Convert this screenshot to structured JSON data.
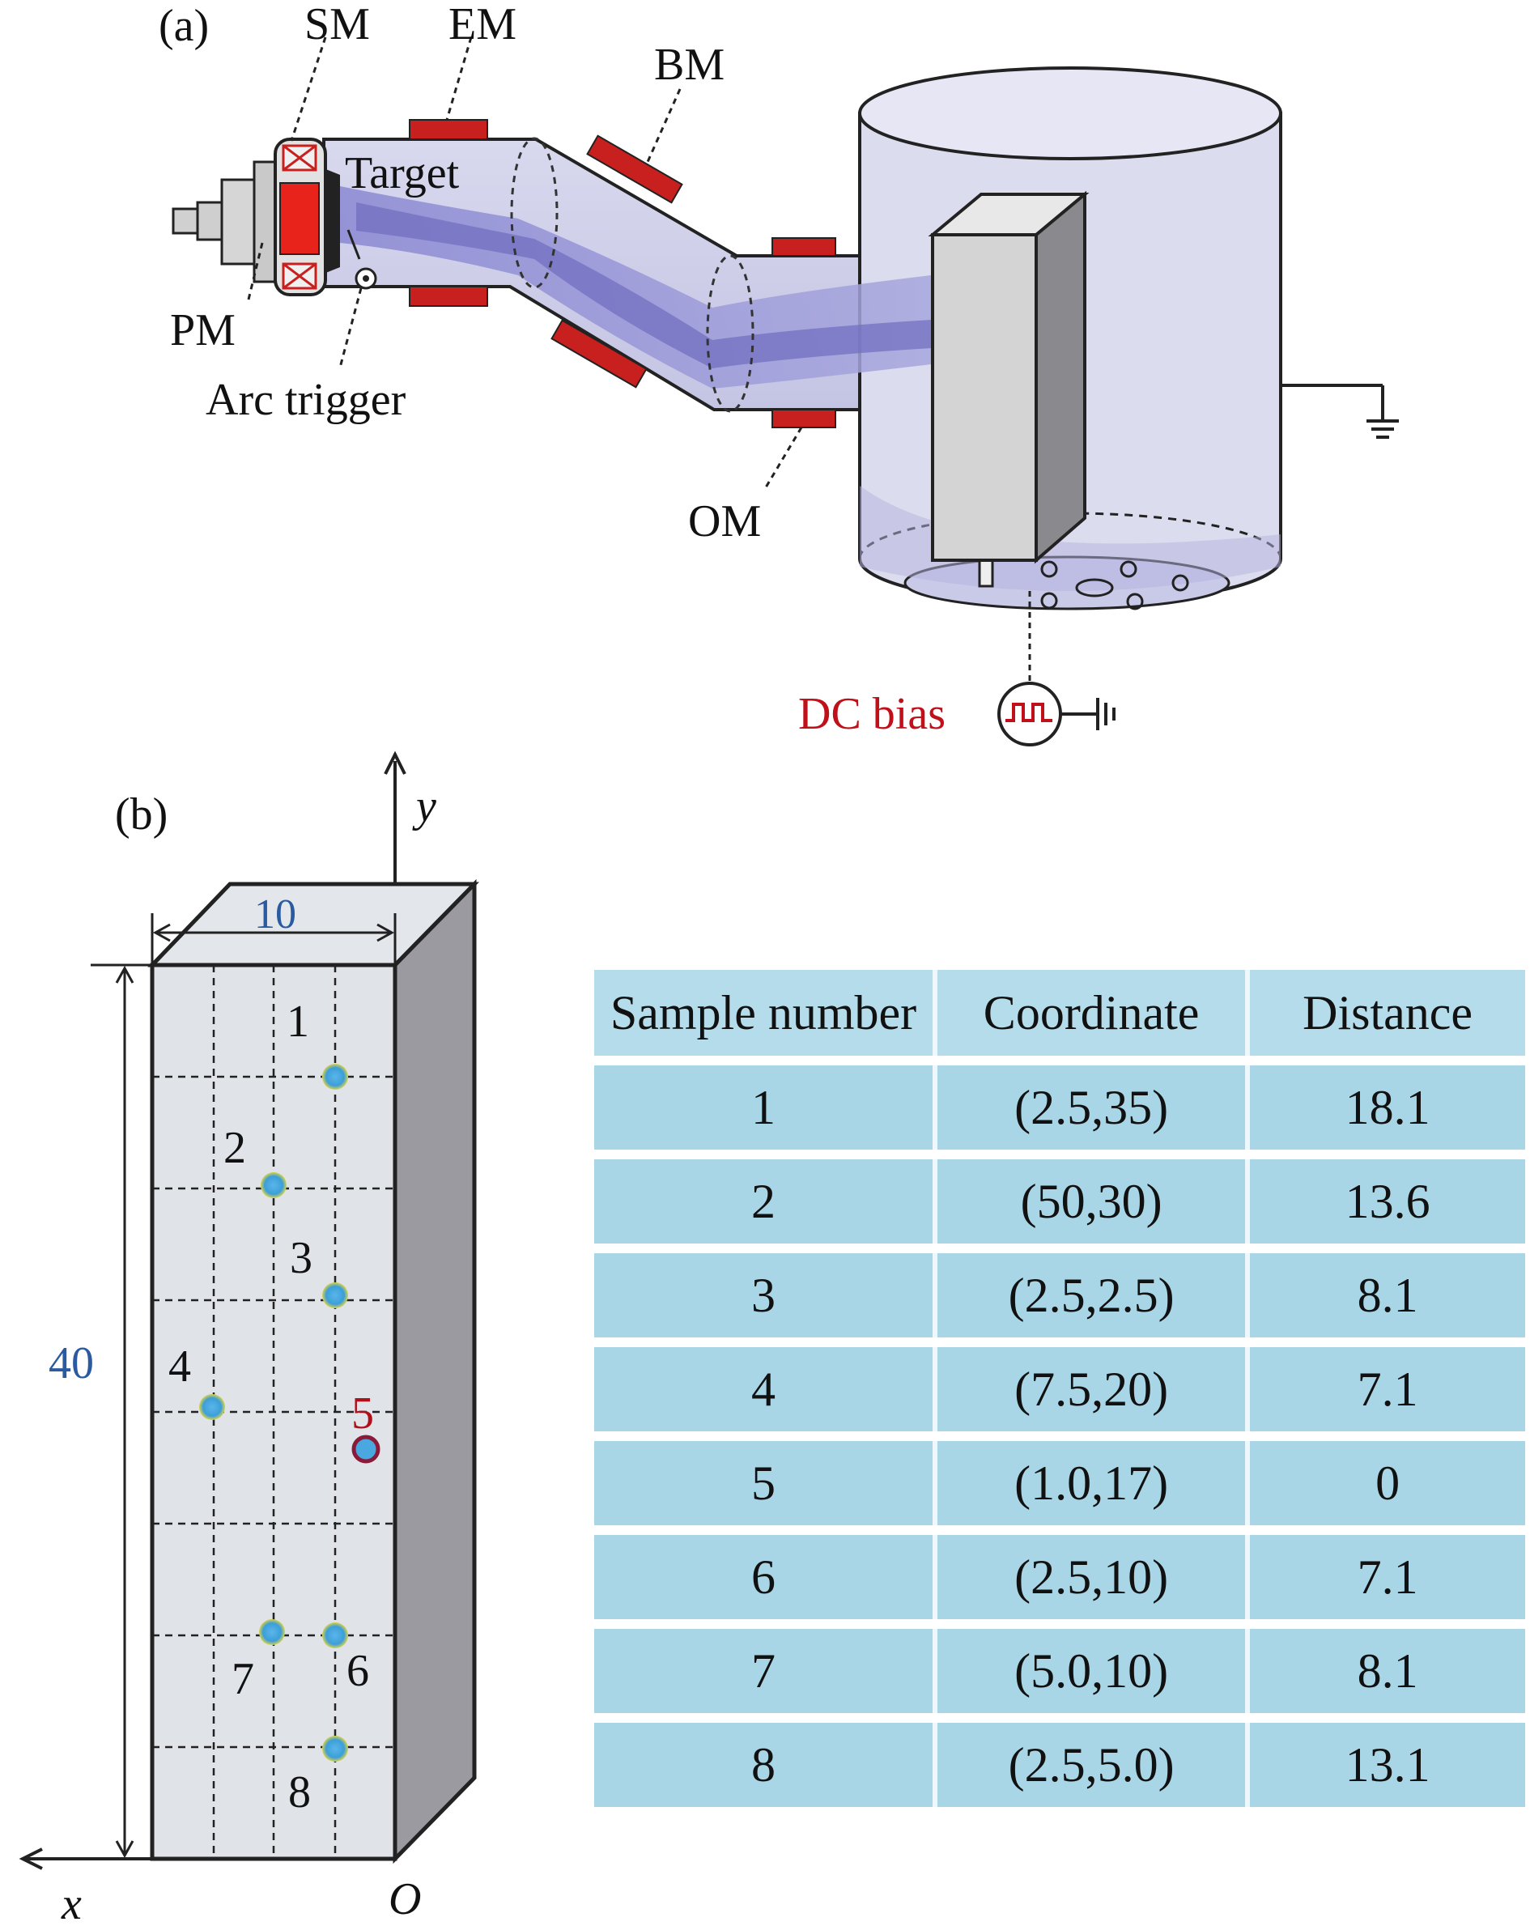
{
  "panel_a": {
    "panel_label": "(a)",
    "labels": {
      "sm": "SM",
      "em": "EM",
      "bm": "BM",
      "target": "Target",
      "pm": "PM",
      "arc_trigger": "Arc trigger",
      "om": "OM",
      "dc_bias": "DC bias"
    },
    "colors": {
      "magnet": "#c8201e",
      "plasma": "#7c7cc8",
      "chamber": "#dcdcf0",
      "dc_bias_text": "#c0101a"
    }
  },
  "panel_b": {
    "panel_label": "(b)",
    "axis_y": "y",
    "axis_x": "x",
    "origin": "O",
    "width_dim": "10",
    "height_dim": "40",
    "point_labels": [
      "1",
      "2",
      "3",
      "4",
      "5",
      "6",
      "7",
      "8"
    ],
    "colors": {
      "dimension_text": "#2a5aa0",
      "highlight_label": "#b0101a",
      "point_fill": "#4aa8e0"
    }
  },
  "table": {
    "headers": [
      "Sample number",
      "Coordinate",
      "Distance"
    ],
    "rows": [
      [
        "1",
        "(2.5,35)",
        "18.1"
      ],
      [
        "2",
        "(50,30)",
        "13.6"
      ],
      [
        "3",
        "(2.5,2.5)",
        "8.1"
      ],
      [
        "4",
        "(7.5,20)",
        "7.1"
      ],
      [
        "5",
        "(1.0,17)",
        "0"
      ],
      [
        "6",
        "(2.5,10)",
        "7.1"
      ],
      [
        "7",
        "(5.0,10)",
        "8.1"
      ],
      [
        "8",
        "(2.5,5.0)",
        "13.1"
      ]
    ]
  }
}
